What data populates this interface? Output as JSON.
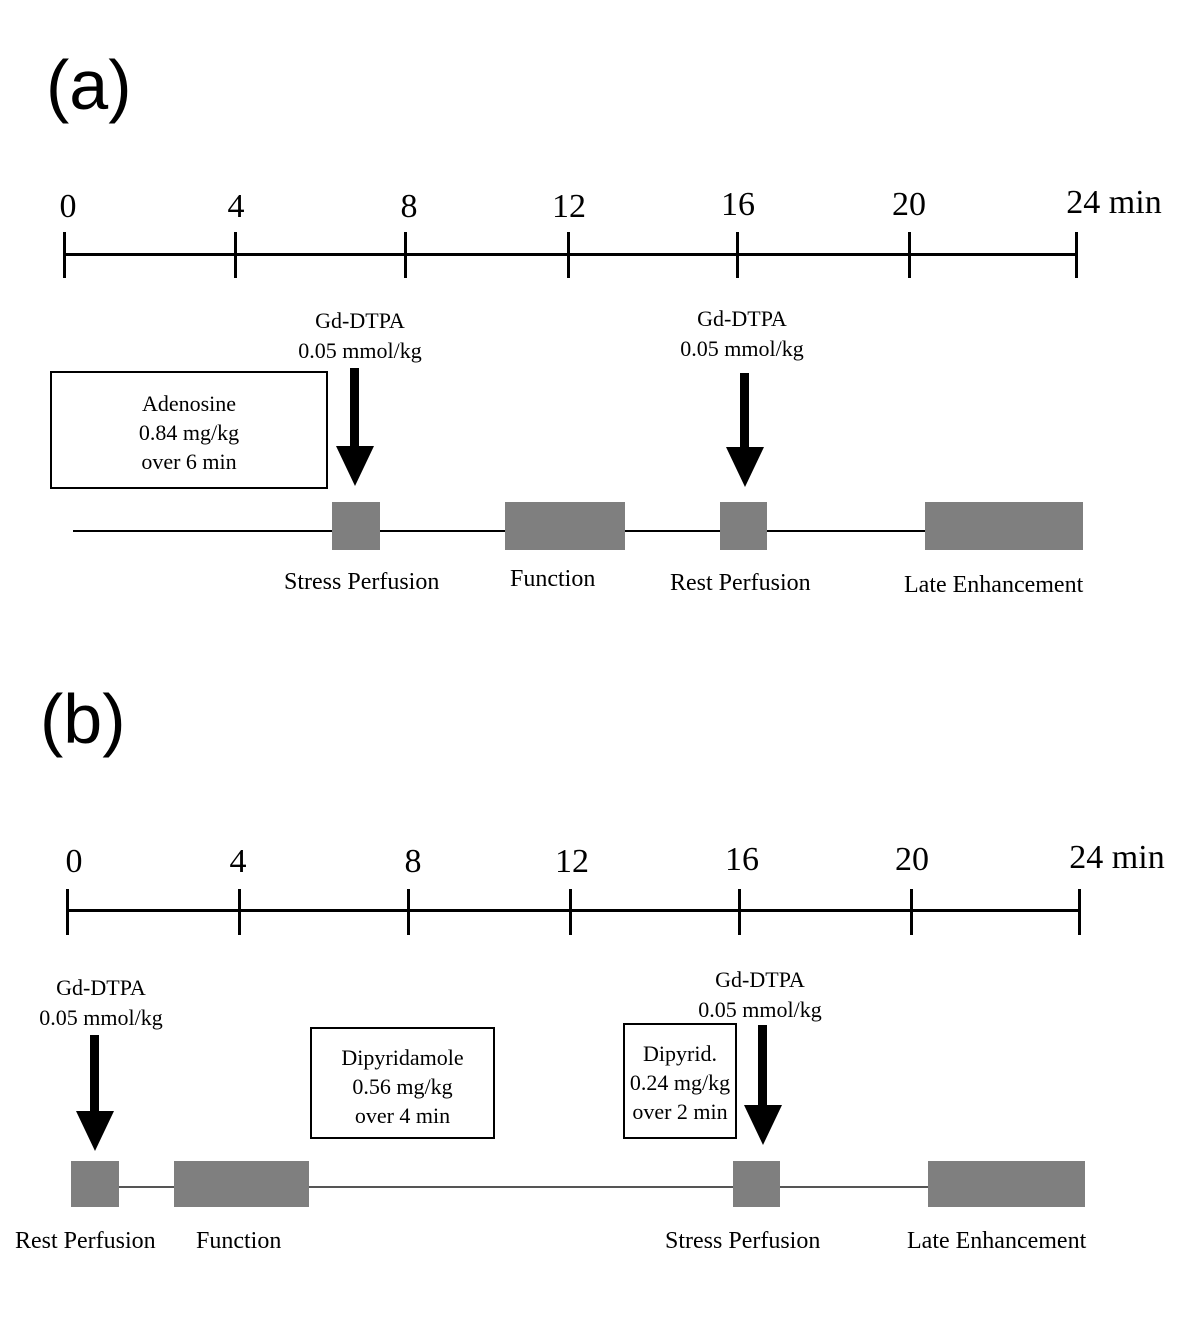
{
  "panels": [
    {
      "label": "(a)",
      "ticks": [
        "0",
        "4",
        "8",
        "12",
        "16",
        "20",
        "24 min"
      ],
      "doses": [
        {
          "name": "Gd-DTPA",
          "amount": "0.05 mmol/kg"
        },
        {
          "name": "Gd-DTPA",
          "amount": "0.05 mmol/kg"
        }
      ],
      "boxes": [
        {
          "lines": [
            "Adenosine",
            "0.84 mg/kg",
            "over 6 min"
          ]
        }
      ],
      "steps": [
        "Stress Perfusion",
        "Function",
        "Rest Perfusion",
        "Late Enhancement"
      ]
    },
    {
      "label": "(b)",
      "ticks": [
        "0",
        "4",
        "8",
        "12",
        "16",
        "20",
        "24 min"
      ],
      "doses": [
        {
          "name": "Gd-DTPA",
          "amount": "0.05 mmol/kg"
        },
        {
          "name": "Gd-DTPA",
          "amount": "0.05 mmol/kg"
        }
      ],
      "boxes": [
        {
          "lines": [
            "Dipyridamole",
            "0.56 mg/kg",
            "over 4 min"
          ]
        },
        {
          "lines": [
            "Dipyrid.",
            "0.24 mg/kg",
            "over 2 min"
          ]
        }
      ],
      "steps": [
        "Rest Perfusion",
        "Function",
        "Stress Perfusion",
        "Late Enhancement"
      ]
    }
  ],
  "colors": {
    "block": "#7f7f7f",
    "line": "#000000"
  }
}
